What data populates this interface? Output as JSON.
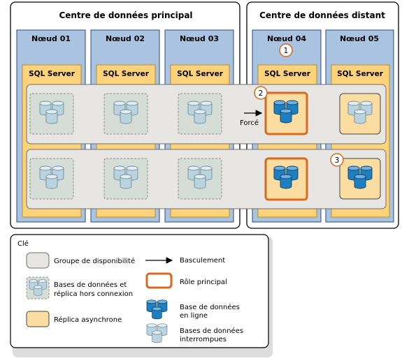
{
  "datacenters": {
    "primary": {
      "title": "Centre de données principal"
    },
    "remote": {
      "title": "Centre de données distant"
    }
  },
  "nodes": [
    {
      "label": "Nœud 01",
      "instance": "SQL Server"
    },
    {
      "label": "Nœud 02",
      "instance": "SQL Server"
    },
    {
      "label": "Nœud 03",
      "instance": "SQL Server"
    },
    {
      "label": "Nœud 04",
      "instance": "SQL Server"
    },
    {
      "label": "Nœud 05",
      "instance": "SQL Server"
    }
  ],
  "callouts": [
    "1",
    "2",
    "3"
  ],
  "forced_label": "Forcé",
  "legend": {
    "title": "Clé",
    "availability_group": "Groupe de disponibilité",
    "offline_line1": "Bases de données et",
    "offline_line2": "réplica hors connexion",
    "async_replica": "Réplica asynchrone",
    "failover": "Basculement",
    "primary_role": "Rôle principal",
    "online_line1": "Base de données",
    "online_line2": "en ligne",
    "suspended_line1": "Bases de données",
    "suspended_line2": "interrompues"
  },
  "colors": {
    "node_fill": "#A9C3E0",
    "node_stroke": "#2C4A7A",
    "sql_fill": "#FCD27A",
    "ag_fill": "#E8E6E3",
    "primary_stroke": "#D66A1F",
    "async_fill": "#FBDDA2",
    "online_db": "#1E7FC0",
    "suspended_db": "#BBD3DE"
  }
}
